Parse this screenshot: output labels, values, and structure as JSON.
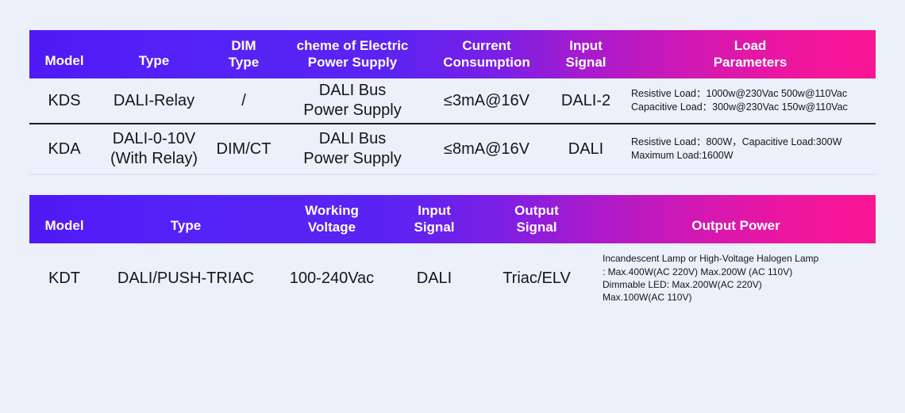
{
  "theme": {
    "page_background": "#ebf0fb",
    "header_gradient_start": "#5019f5",
    "header_gradient_mid": "#a81bcd",
    "header_gradient_end": "#f91593",
    "header_text_color": "#ffffff",
    "body_text_color": "#161616",
    "row_divider_dark": "#1c1c1c",
    "row_divider_light": "#dde5f4"
  },
  "tables": [
    {
      "id": "dali-controllers",
      "headers": [
        "Model",
        "Type",
        "DIM\nType",
        "cheme of Electric\nPower Supply",
        "Current\nConsumption",
        "Input\nSignal",
        "Load\nParameters"
      ],
      "rows": [
        {
          "model": "KDS",
          "type": "DALI-Relay",
          "dim_type": "/",
          "power_supply": "DALI Bus\nPower Supply",
          "current_consumption": "≤3mA@16V",
          "input_signal": "DALI-2",
          "load_parameters": "Resistive Load：1000w@230Vac 500w@110Vac\nCapacitive Load：300w@230Vac 150w@110Vac"
        },
        {
          "model": "KDA",
          "type": "DALI-0-10V\n(With Relay)",
          "dim_type": "DIM/CT",
          "power_supply": "DALI Bus\nPower Supply",
          "current_consumption": "≤8mA@16V",
          "input_signal": "DALI",
          "load_parameters": "Resistive Load：800W，Capacitive Load:300W\nMaximum Load:1600W"
        }
      ]
    },
    {
      "id": "triac-dimmer",
      "headers": [
        "Model",
        "Type",
        "Working\nVoltage",
        "Input\nSignal",
        "Output\nSignal",
        "Output Power"
      ],
      "rows": [
        {
          "model": "KDT",
          "type": "DALI/PUSH-TRIAC",
          "working_voltage": "100-240Vac",
          "input_signal": "DALI",
          "output_signal": "Triac/ELV",
          "output_power": "Incandescent Lamp or High-Voltage Halogen Lamp\n: Max.400W(AC 220V) Max.200W (AC 110V)\nDimmable LED: Max.200W(AC 220V)\nMax.100W(AC 110V)"
        }
      ]
    }
  ]
}
